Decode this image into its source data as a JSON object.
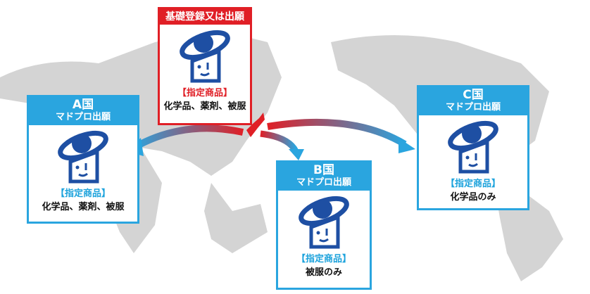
{
  "origin": {
    "header": "基礎登録又は出願",
    "spec_label": "【指定商品】",
    "goods": "化学品、薬剤、被服"
  },
  "countries": [
    {
      "name": "A国",
      "subtitle": "マドプロ出願",
      "spec_label": "【指定商品】",
      "goods": "化学品、薬剤、被服"
    },
    {
      "name": "B国",
      "subtitle": "マドプロ出願",
      "spec_label": "【指定商品】",
      "goods": "被服のみ"
    },
    {
      "name": "C国",
      "subtitle": "マドプロ出願",
      "spec_label": "【指定商品】",
      "goods": "化学品のみ"
    }
  ],
  "colors": {
    "accent_blue": "#2aa5df",
    "origin_red": "#e01f26",
    "logo_blue": "#1e4fa3",
    "map_gray": "#d2d2d2"
  }
}
